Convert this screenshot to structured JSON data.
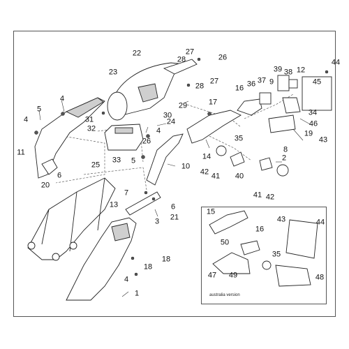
{
  "labels": [
    {
      "text": "1"
    },
    {
      "text": "2"
    },
    {
      "text": "3"
    },
    {
      "text": "4"
    },
    {
      "text": "4"
    },
    {
      "text": "4"
    },
    {
      "text": "4"
    },
    {
      "text": "5"
    },
    {
      "text": "5"
    },
    {
      "text": "6"
    },
    {
      "text": "6"
    },
    {
      "text": "7"
    },
    {
      "text": "8"
    },
    {
      "text": "9"
    },
    {
      "text": "10"
    },
    {
      "text": "11"
    },
    {
      "text": "12"
    },
    {
      "text": "13"
    },
    {
      "text": "14"
    },
    {
      "text": "15"
    },
    {
      "text": "16"
    },
    {
      "text": "16"
    },
    {
      "text": "17"
    },
    {
      "text": "18"
    },
    {
      "text": "18"
    },
    {
      "text": "19"
    },
    {
      "text": "20"
    },
    {
      "text": "21"
    },
    {
      "text": "22"
    },
    {
      "text": "23"
    },
    {
      "text": "24"
    },
    {
      "text": "25"
    },
    {
      "text": "26"
    },
    {
      "text": "26"
    },
    {
      "text": "27"
    },
    {
      "text": "27"
    },
    {
      "text": "28"
    },
    {
      "text": "28"
    },
    {
      "text": "29"
    },
    {
      "text": "30"
    },
    {
      "text": "31"
    },
    {
      "text": "32"
    },
    {
      "text": "33"
    },
    {
      "text": "34"
    },
    {
      "text": "35"
    },
    {
      "text": "35"
    },
    {
      "text": "36"
    },
    {
      "text": "37"
    },
    {
      "text": "38"
    },
    {
      "text": "39"
    },
    {
      "text": "40"
    },
    {
      "text": "41"
    },
    {
      "text": "41"
    },
    {
      "text": "42"
    },
    {
      "text": "42"
    },
    {
      "text": "43"
    },
    {
      "text": "43"
    },
    {
      "text": "44"
    },
    {
      "text": "44"
    },
    {
      "text": "45"
    },
    {
      "text": "46"
    },
    {
      "text": "47"
    },
    {
      "text": "48"
    },
    {
      "text": "49"
    },
    {
      "text": "50"
    }
  ],
  "inset_note": "australia version"
}
